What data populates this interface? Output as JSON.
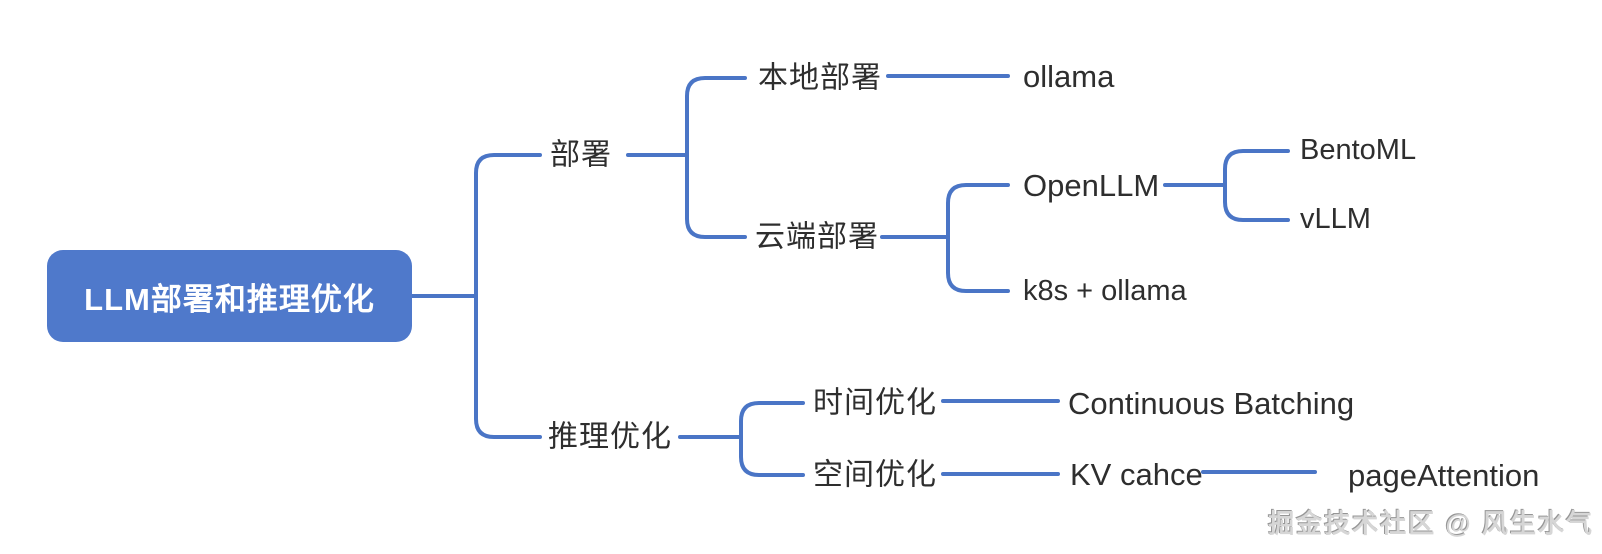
{
  "mindmap": {
    "root": {
      "label": "LLM部署和推理优化"
    },
    "nodes": {
      "deploy": {
        "label": "部署"
      },
      "local_deploy": {
        "label": "本地部署"
      },
      "ollama": {
        "label": "ollama"
      },
      "cloud_deploy": {
        "label": "云端部署"
      },
      "openllm": {
        "label": "OpenLLM"
      },
      "bentoml": {
        "label": "BentoML"
      },
      "vllm": {
        "label": "vLLM"
      },
      "k8s_ollama": {
        "label": "k8s + ollama"
      },
      "inference_opt": {
        "label": "推理优化"
      },
      "time_opt": {
        "label": "时间优化"
      },
      "continuous_batching": {
        "label": "Continuous Batching"
      },
      "space_opt": {
        "label": "空间优化"
      },
      "kv_cache": {
        "label": "KV cahce"
      },
      "page_attention": {
        "label": "pageAttention"
      }
    }
  },
  "watermark": {
    "text": "掘金技术社区 @ 风生水气"
  },
  "theme": {
    "colors": {
      "edge_color": "#4a75c6",
      "root_fill": "#4f79cb",
      "root_text": "#ffffff",
      "label_color": "#2e2e2e",
      "watermark_color": "#d6d6d6"
    }
  }
}
